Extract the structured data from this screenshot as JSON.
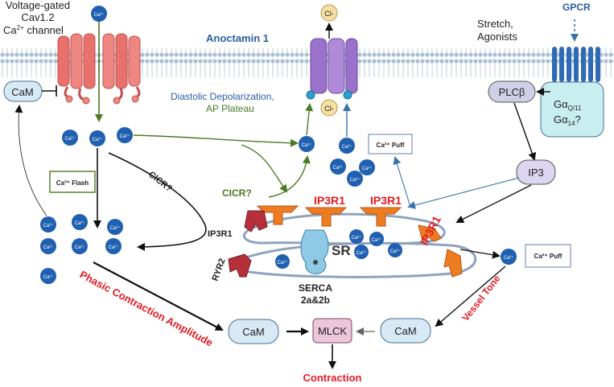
{
  "labels": {
    "cav_line1": "Voltage-gated",
    "cav_line2": "Cav1.2",
    "cav_line3_a": "Ca",
    "cav_line3_sup": "2+",
    "cav_line3_b": " channel",
    "anoctamin": "Anoctamin 1",
    "stretch_line1": "Stretch,",
    "stretch_line2": "Agonists",
    "gpcr": "GPCR",
    "plc": "PLCβ",
    "gq_line1": "Gα",
    "gq_sub1": "Q/11",
    "gq_line2": "Gα",
    "gq_sub2": "14",
    "gq_q": "?",
    "cam": "CaM",
    "diastolic": "Diastolic Depolarization,",
    "ap_plateau": "AP Plateau",
    "ca_puff_top": "Ca²⁺ Puff",
    "ca_puff_right": "Ca²⁺ Puff",
    "ca_flash": "Ca²⁺ Flash",
    "ip3": "IP3",
    "cicr1": "CICR?",
    "cicr2": "CICR?",
    "ip3r1_a": "IP3R1",
    "ip3r1_b": "IP3R1",
    "ip3r1_c": "IP3R1",
    "ip3r1_small": "IP3R1",
    "ryr2": "RYR2",
    "sr": "SR",
    "serca_line1": "SERCA",
    "serca_line2": "2a&2b",
    "phasic": "Phasic Contraction Amplitude",
    "vessel_tone": "Vessel Tone",
    "cam_bottom_left": "CaM",
    "cam_bottom_right": "CaM",
    "mlck": "MLCK",
    "contraction": "Contraction",
    "ca_ion": "Ca²⁺",
    "cl_ion": "Cl-"
  },
  "colors": {
    "membrane": "#b3c7d9",
    "calcium": "#2060b0",
    "green_arrow": "#4a7a23",
    "blue_arrow": "#3b73a8",
    "red_text": "#e31b23",
    "cav_channel": "#e8716d",
    "anoctamin": "#9a72cc",
    "ip3r": "#ee7d22",
    "ryr": "#b5303a",
    "box_fill": "#d6e9f5",
    "mlck_fill": "#ecc6d9"
  }
}
